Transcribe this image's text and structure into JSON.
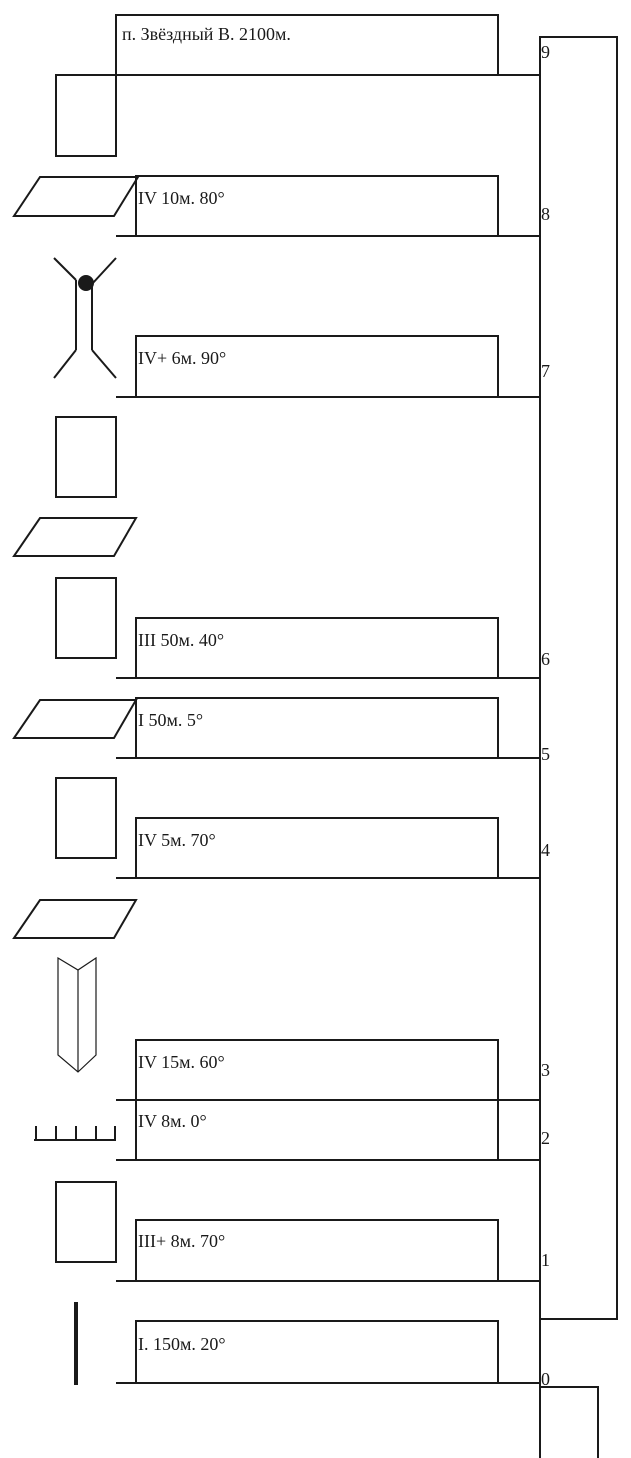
{
  "title": "п. Звёздный В. 2100м.",
  "pitches": [
    {
      "label": "IV 10м. 80°"
    },
    {
      "label": "IV+ 6м. 90°"
    },
    {
      "label": "III 50м. 40°"
    },
    {
      "label": "I 50м. 5°"
    },
    {
      "label": "IV 5м. 70°"
    },
    {
      "label": "IV 15м. 60°"
    },
    {
      "label": "IV 8м. 0°"
    },
    {
      "label": "III+ 8м. 70°"
    },
    {
      "label": "I.  150м. 20°"
    }
  ],
  "stations": [
    "0",
    "1",
    "2",
    "3",
    "4",
    "5",
    "6",
    "7",
    "8",
    "9"
  ],
  "symbols": [
    "rock-rectangle-icon",
    "slab-parallelogram-icon",
    "chimney-person-icon",
    "rock-rectangle-icon",
    "slab-parallelogram-icon",
    "rock-rectangle-icon",
    "slab-parallelogram-icon",
    "rock-rectangle-icon",
    "slab-parallelogram-icon",
    "dihedral-corner-icon",
    "ridge-comb-icon",
    "rock-rectangle-icon",
    "vertical-bar-icon"
  ]
}
